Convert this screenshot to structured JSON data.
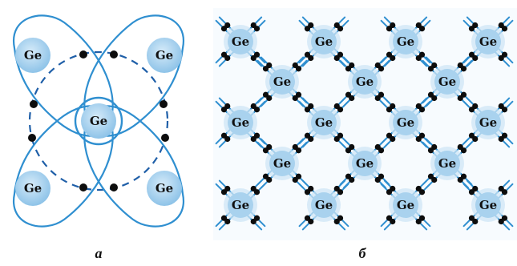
{
  "figure_a": {
    "caption": "а",
    "atoms": [
      {
        "id": "center",
        "label": "Ge"
      },
      {
        "id": "top-left",
        "label": "Ge"
      },
      {
        "id": "top-right",
        "label": "Ge"
      },
      {
        "id": "bottom-left",
        "label": "Ge"
      },
      {
        "id": "bottom-right",
        "label": "Ge"
      }
    ]
  },
  "figure_b": {
    "caption": "б",
    "atom_label": "Ge"
  },
  "colors": {
    "atom_fill": "#a9d2ee",
    "atom_glow": "#cfe6f6",
    "bond_line": "#2f8fd0",
    "electron": "#0d0d0d",
    "orbit_dashed": "#1f5fa8"
  }
}
